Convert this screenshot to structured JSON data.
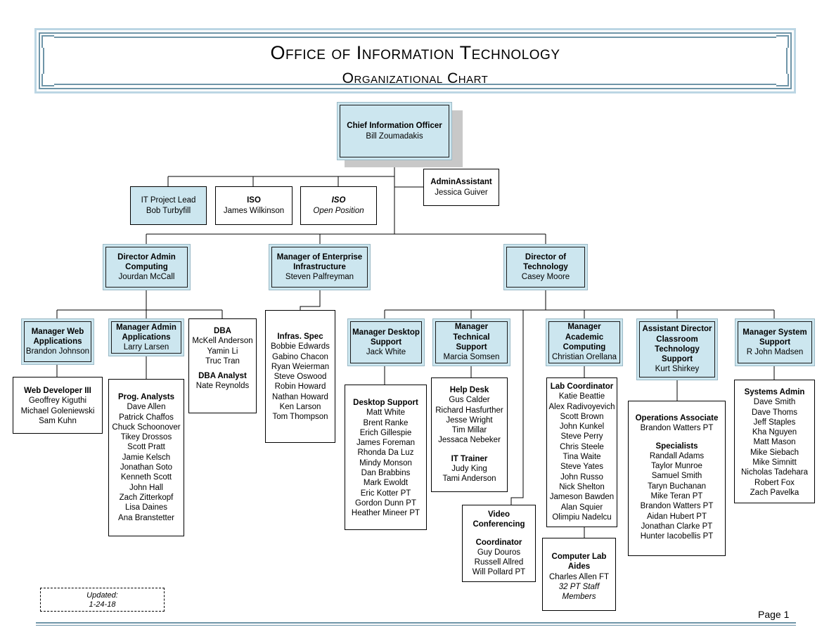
{
  "header": {
    "title": "Office of Information Technology",
    "subtitle": "Organizational Chart"
  },
  "cio": {
    "title": "Chief Information Officer",
    "name": "Bill Zoumadakis"
  },
  "admin_assistant": {
    "title": "AdminAssistant",
    "name": "Jessica Guiver"
  },
  "it_project_lead": {
    "title": "IT Project Lead",
    "name": "Bob Turbyfill"
  },
  "iso_1": {
    "title": "ISO",
    "name": "James Wilkinson"
  },
  "iso_2": {
    "title": "ISO",
    "name": "Open Position"
  },
  "director_admin": {
    "title": "Director Admin Computing",
    "name": "Jourdan McCall"
  },
  "manager_enterprise": {
    "title": "Manager of Enterprise Infrastructure",
    "name": "Steven Palfreyman"
  },
  "director_tech": {
    "title": "Director of Technology",
    "name": "Casey Moore"
  },
  "mgr_web_apps": {
    "title": "Manager Web Applications",
    "name": "Brandon Johnson"
  },
  "mgr_admin_apps": {
    "title": "Manager Admin Applications",
    "name": "Larry Larsen"
  },
  "dba": {
    "title": "DBA",
    "names": [
      "McKell Anderson",
      "Yamin Li",
      "Truc Tran"
    ],
    "analyst_title": "DBA Analyst",
    "analyst_name": "Nate Reynolds"
  },
  "web_dev": {
    "title": "Web Developer III",
    "names": [
      "Geoffrey Kiguthi",
      "Michael Goleniewski",
      "Sam Kuhn"
    ]
  },
  "prog_analysts": {
    "title": "Prog. Analysts",
    "names": [
      "Dave Allen",
      "Patrick Chaffos",
      "Chuck Schoonover",
      "Tikey Drossos",
      "Scott Pratt",
      "Jamie Kelsch",
      "Jonathan Soto",
      "Kenneth Scott",
      "John Hall",
      "Zach Zitterkopf",
      "Lisa Daines",
      "Ana Branstetter"
    ]
  },
  "infras_spec": {
    "title": "Infras. Spec",
    "names": [
      "Bobbie Edwards",
      "Gabino Chacon",
      "Ryan Weierman",
      "Steve Oswood",
      "Robin Howard",
      "Nathan Howard",
      "Ken Larson",
      "Tom Thompson"
    ]
  },
  "mgr_desktop": {
    "title": "Manager Desktop Support",
    "name": "Jack White"
  },
  "mgr_technical": {
    "title": "Manager Technical Support",
    "name": "Marcia Somsen"
  },
  "mgr_academic": {
    "title": "Manager Academic Computing",
    "name": "Christian Orellana"
  },
  "asst_director": {
    "title": "Assistant Director Classroom Technology Support",
    "name": "Kurt Shirkey"
  },
  "mgr_system": {
    "title": "Manager System Support",
    "name": "R John Madsen"
  },
  "desktop_support": {
    "title": "Desktop Support",
    "names": [
      "Matt White",
      "Brent Ranke",
      "Erich Gillespie",
      "James Foreman",
      "Rhonda Da Luz",
      "Mindy Monson",
      "Dan Brabbins",
      "Mark Ewoldt",
      "Eric Kotter PT",
      "Gordon Dunn PT",
      "Heather Mineer PT"
    ]
  },
  "help_desk": {
    "title": "Help Desk",
    "names": [
      "Gus Calder",
      "Richard Hasfurther",
      "Jesse Wright",
      "Tim Millar",
      "Jessaca Nebeker"
    ],
    "trainer_title": "IT Trainer",
    "trainer_names": [
      "Judy King",
      "Tami Anderson"
    ]
  },
  "video_conf": {
    "title": "Video Conferencing",
    "coordinator_title": "Coordinator",
    "names": [
      "Guy Douros",
      "Russell Allred",
      "Will Pollard PT"
    ]
  },
  "lab_coordinator": {
    "title": "Lab Coordinator",
    "names": [
      "Katie Beattie",
      "Alex Radivoyevich",
      "Scott Brown",
      "John Kunkel",
      "Steve Perry",
      "Chris Steele",
      "Tina Waite",
      "Steve Yates",
      "John Russo",
      "Nick Shelton",
      "Jameson Bawden",
      "Alan Squier",
      "Olimpiu Nadelcu"
    ]
  },
  "lab_aides": {
    "title": "Computer Lab Aides",
    "name": "Charles Allen FT",
    "note": "32 PT Staff Members"
  },
  "operations": {
    "title": "Operations Associate",
    "name": "Brandon Watters PT",
    "specialists_title": "Specialists",
    "specialists": [
      "Randall Adams",
      "Taylor Munroe",
      "Samuel Smith",
      "Taryn Buchanan",
      "Mike Teran PT",
      "Brandon Watters PT",
      "Aidan Hubert PT",
      "Jonathan Clarke PT",
      "Hunter Iacobellis PT"
    ]
  },
  "sys_admin": {
    "title": "Systems Admin",
    "names": [
      "Dave Smith",
      "Dave Thoms",
      "Jeff Staples",
      "Kha Nguyen",
      "Matt Mason",
      "Mike Siebach",
      "Mike Simnitt",
      "Nicholas Tadehara",
      "Robert Fox",
      "Zach Pavelka"
    ]
  },
  "updated": {
    "label": "Updated:",
    "date": "1-24-18"
  },
  "page_label": "Page 1"
}
